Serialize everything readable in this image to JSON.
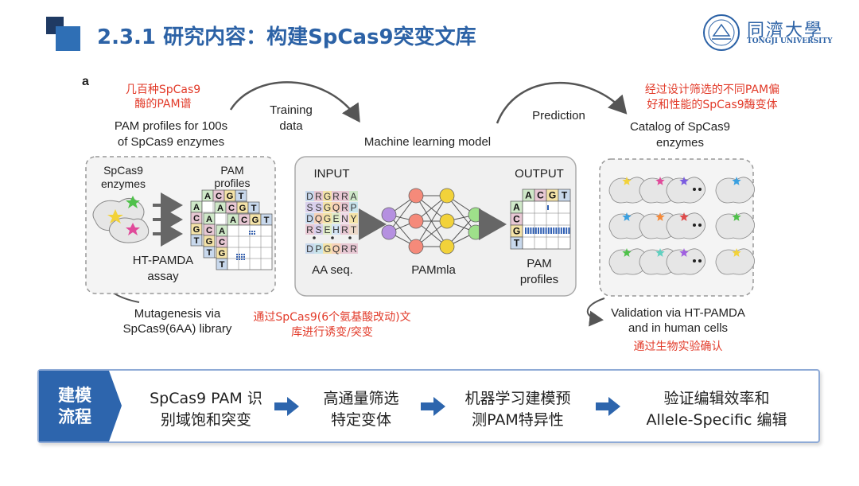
{
  "header": {
    "title": "2.3.1 研究内容：构建SpCas9突变文库"
  },
  "logo": {
    "cn": "同濟大學",
    "en": "TONGJI UNIVERSITY"
  },
  "figure": {
    "panel_label": "a",
    "annotations_cn": {
      "pam_spectrum": [
        "几百种SpCas9",
        "酶的PAM谱"
      ],
      "design_screen": [
        "经过设计筛选的不同PAM偏",
        "好和性能的SpCas9酶变体"
      ],
      "mutagenesis_library": [
        "通过SpCas9(6个氨基酸改动)文",
        "库进行诱变/突变"
      ],
      "validation": "通过生物实验确认"
    },
    "pam_profiles_caption": [
      "PAM profiles for 100s",
      "of SpCas9 enzymes"
    ],
    "training": [
      "Training",
      "data"
    ],
    "prediction": "Prediction",
    "ml_model": "Machine learning model",
    "catalog": [
      "Catalog of SpCas9",
      "enzymes"
    ],
    "left_box": {
      "enzymes": [
        "SpCas9",
        "enzymes"
      ],
      "profiles": [
        "PAM",
        "profiles"
      ],
      "assay": [
        "HT-PAMDA",
        "assay"
      ]
    },
    "mutagenesis": [
      "Mutagenesis via",
      "SpCas9(6AA) library"
    ],
    "validation": [
      "Validation via HT-PAMDA",
      "and in human cells"
    ],
    "model_box": {
      "input": "INPUT",
      "output": "OUTPUT",
      "aa_seq": "AA seq.",
      "pammla": "PAMmla",
      "out_profiles": [
        "PAM",
        "profiles"
      ],
      "seq_rows": [
        "DRGRRA",
        "SSGQRP",
        "DQGENY",
        "RSEHRT",
        "DPGQRR"
      ]
    },
    "nucleotides": [
      "A",
      "C",
      "G",
      "T"
    ]
  },
  "flow": {
    "tag": [
      "建模",
      "流程"
    ],
    "steps": [
      [
        "SpCas9 PAM 识",
        "别域饱和突变"
      ],
      [
        "高通量筛选",
        "特定变体"
      ],
      [
        "机器学习建模预",
        "测PAM特异性"
      ],
      [
        "验证编辑效率和",
        "Allele-Specific 编辑"
      ]
    ]
  },
  "colors": {
    "brand_blue": "#2c62a6",
    "dark_blue": "#1f3a63",
    "accent_red": "#e23b2a",
    "flow_arrow": "#2d65ad"
  }
}
